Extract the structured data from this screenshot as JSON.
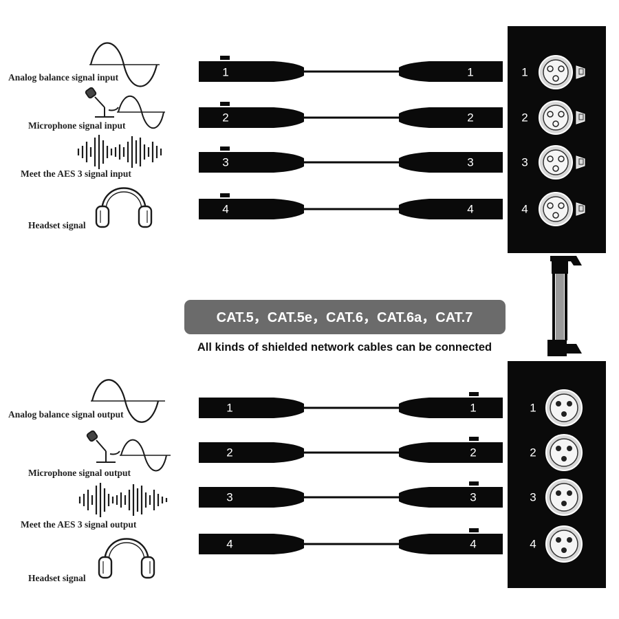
{
  "inputs": {
    "rows": [
      {
        "num": "1",
        "label": "Analog balance signal input",
        "icon": "sine-wave-icon"
      },
      {
        "num": "2",
        "label": "Microphone signal input",
        "icon": "microphone-wave-icon"
      },
      {
        "num": "3",
        "label": "Meet the AES 3 signal input",
        "icon": "audio-waveform-icon"
      },
      {
        "num": "4",
        "label": "Headset signal",
        "icon": "headphones-icon"
      }
    ]
  },
  "outputs": {
    "rows": [
      {
        "num": "1",
        "label": "Analog balance signal output",
        "icon": "sine-wave-icon"
      },
      {
        "num": "2",
        "label": "Microphone signal output",
        "icon": "microphone-wave-icon"
      },
      {
        "num": "3",
        "label": "Meet the AES 3 signal output",
        "icon": "audio-waveform-icon"
      },
      {
        "num": "4",
        "label": "Headset signal",
        "icon": "headphones-icon"
      }
    ]
  },
  "network": {
    "cable_types": "CAT.5，CAT.5e，CAT.6，CAT.6a，CAT.7",
    "note": "All kinds of shielded network cables can be connected"
  },
  "colors": {
    "connector": "#0a0a0a",
    "box": "#0a0a0a",
    "badge": "#6b6b6b",
    "icon_stroke": "#1a1a1a"
  }
}
